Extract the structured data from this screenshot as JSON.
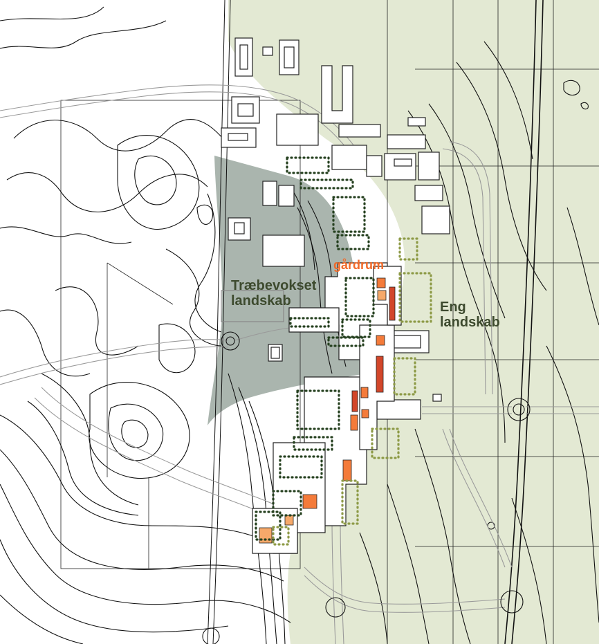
{
  "map": {
    "labels": {
      "wooded_landscape": {
        "line1": "Træbevokset",
        "line2": "landskab"
      },
      "meadow_landscape": {
        "line1": "Eng",
        "line2": "landskab"
      },
      "courtyard": "gårdrum"
    },
    "colors": {
      "background": "#ffffff",
      "meadow_zone": "#e3e9d3",
      "wooded_zone": "#aab5ae",
      "label_dark_green": "#3d4a2e",
      "label_orange": "#f26b2a",
      "courtyard_fill_orange": "#f47b3a",
      "courtyard_fill_red": "#d2462a",
      "courtyard_fill_light": "#f6a96a",
      "dotted_dark": "#25401f",
      "dotted_olive": "#8d9a46",
      "contour_line": "#111111",
      "road_line": "#9a9a9a"
    }
  }
}
